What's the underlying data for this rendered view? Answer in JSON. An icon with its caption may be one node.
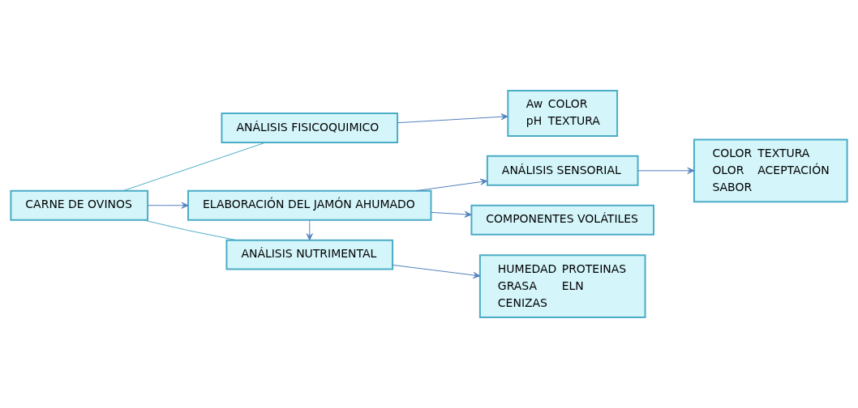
{
  "diagram": {
    "nodes": [
      {
        "text": [
          "Aw",
          "COLOR",
          "pH",
          "TEXTURA"
        ]
      },
      {
        "text": [
          "COLOR",
          "TEXTURA",
          "OLOR",
          "ACEPTACIÓN",
          "SABOR"
        ]
      },
      {
        "text": [
          "ANÁLISIS FISICOQUIMICO"
        ]
      },
      {
        "text": [
          "ANÁLISIS SENSORIAL"
        ]
      },
      {
        "text": [
          "CARNE DE OVINOS"
        ]
      },
      {
        "text": [
          "ELABORACIÓN DEL JAMÓN AHUMADO"
        ]
      },
      {
        "text": [
          "COMPONENTES VOLÁTILES"
        ]
      },
      {
        "text": [
          "ANÁLISIS NUTRIMENTAL"
        ]
      },
      {
        "text": [
          "HUMEDAD",
          "PROTEINAS",
          "GRASA",
          "ELN",
          "CENIZAS"
        ]
      }
    ],
    "edges": [
      {
        "from": 4,
        "to": 2,
        "arrow": "none",
        "color": "#4bacc6"
      },
      {
        "from": 4,
        "to": 7,
        "arrow": "none",
        "color": "#4bacc6"
      },
      {
        "from": 4,
        "to": 5,
        "arrow": "to"
      },
      {
        "from": 2,
        "to": 0,
        "arrow": "to"
      },
      {
        "from": 5,
        "to": 7,
        "arrow": "to"
      },
      {
        "from": 7,
        "to": 8,
        "arrow": "to"
      },
      {
        "from": 5,
        "to": 3,
        "arrow": "to"
      },
      {
        "from": 5,
        "to": 6,
        "arrow": "to"
      },
      {
        "from": 3,
        "to": 1,
        "arrow": "to"
      }
    ]
  }
}
